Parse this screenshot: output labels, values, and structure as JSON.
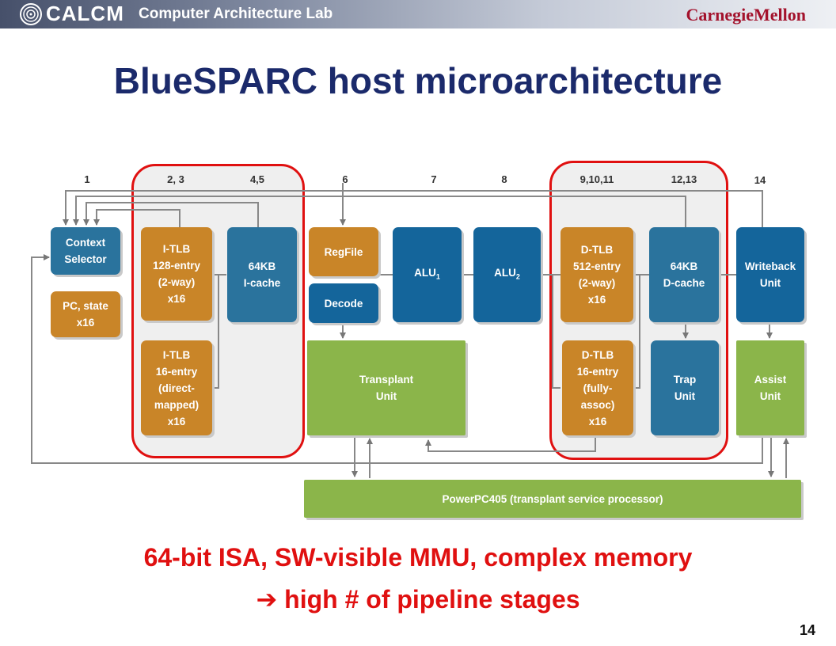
{
  "header": {
    "logo": "CALCM",
    "lab": "Computer Architecture Lab",
    "university": "CarnegieMellon"
  },
  "title": "BlueSPARC host microarchitecture",
  "stages": [
    "1",
    "2, 3",
    "4,5",
    "6",
    "7",
    "8",
    "9,10,11",
    "12,13",
    "14"
  ],
  "boxes": {
    "context_selector": [
      "Context",
      "Selector"
    ],
    "pc_state": [
      "PC, state",
      "x16"
    ],
    "itlb_128": [
      "I-TLB",
      "128-entry",
      "(2-way)",
      "x16"
    ],
    "itlb_16": [
      "I-TLB",
      "16-entry",
      "(direct-",
      "mapped)",
      "x16"
    ],
    "icache": [
      "64KB",
      "I-cache"
    ],
    "regfile": "RegFile",
    "decode": "Decode",
    "alu1": "ALU",
    "alu1_sub": "1",
    "alu2": "ALU",
    "alu2_sub": "2",
    "dtlb_512": [
      "D-TLB",
      "512-entry",
      "(2-way)",
      "x16"
    ],
    "dtlb_16": [
      "D-TLB",
      "16-entry",
      "(fully-",
      "assoc)",
      "x16"
    ],
    "dcache": [
      "64KB",
      "D-cache"
    ],
    "writeback": [
      "Writeback",
      "Unit"
    ],
    "transplant": [
      "Transplant",
      "Unit"
    ],
    "trap": [
      "Trap",
      "Unit"
    ],
    "assist": [
      "Assist",
      "Unit"
    ],
    "powerpc": "PowerPC405 (transplant service processor)"
  },
  "message": {
    "line1": "64-bit ISA, SW-visible MMU, complex memory",
    "arrow": "➔",
    "line2": "high # of pipeline stages"
  },
  "page_number": "14",
  "colors": {
    "title": "#1b2a6b",
    "highlight": "#e01010",
    "blue": "#2a739d",
    "orange": "#c98528",
    "green": "#8bb54a"
  }
}
